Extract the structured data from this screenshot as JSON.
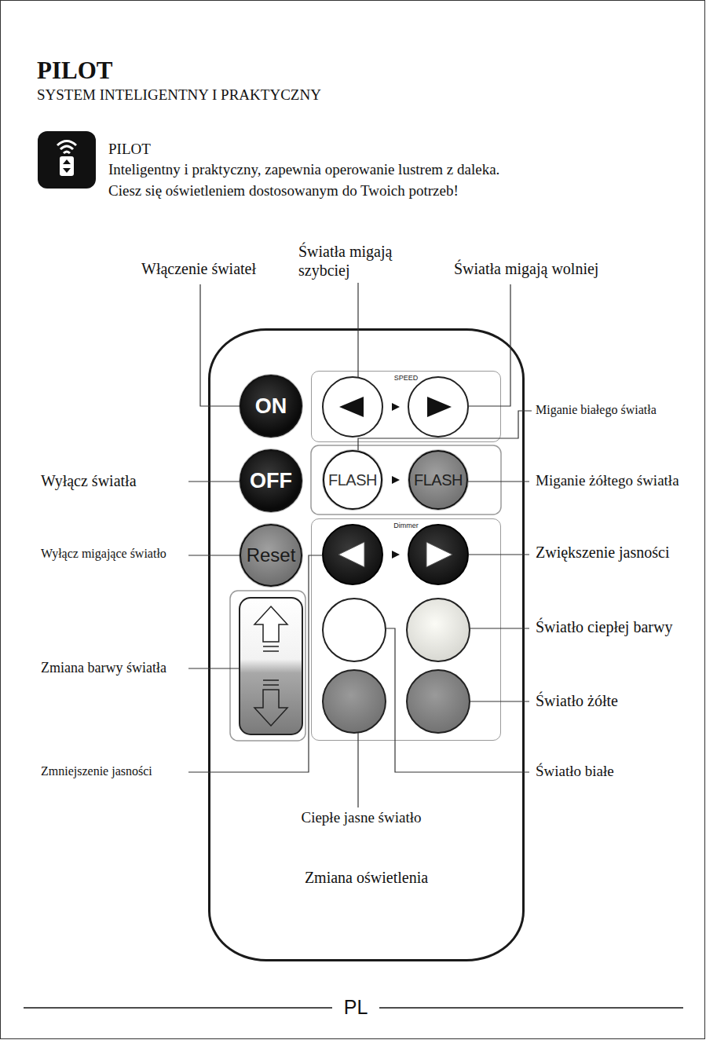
{
  "diagram": {
    "title": "PILOT",
    "nodes": [
      {
        "text": [
          "Zmiana oświetlenia"
        ]
      },
      {
        "text": [
          "ON"
        ],
        "in": 0
      },
      {
        "text": [
          "SPEED"
        ],
        "in": 0
      },
      {
        "text": [
          "OFF"
        ],
        "in": 0
      },
      {
        "text": [
          "FLASH"
        ],
        "in": 0
      },
      {
        "text": [
          "FLASH"
        ],
        "in": 0
      },
      {
        "text": [
          "Reset"
        ],
        "in": 0
      },
      {
        "text": [
          "Dimmer"
        ],
        "in": 0
      }
    ],
    "labels": [
      "SYSTEM INTELIGENTNY I PRAKTYCZNY",
      "PILOT",
      "Inteligentny i praktyczny, zapewnia operowanie lustrem z daleka.",
      "Ciesz się oświetleniem dostosowanym do Twoich potrzeb!",
      "Włączenie świateł",
      "Światła migają szybciej",
      "Światła migają wolniej",
      "Miganie białego światła",
      "Wyłącz światła",
      "Miganie żółtego światła",
      "Wyłącz migające światło",
      "Zwiększenie jasności",
      "Zmiana barwy światła",
      "Światło ciepłej barwy",
      "Światło żółte",
      "Zmniejszenie jasności",
      "Światło białe",
      "Ciepłe jasne światło",
      "PL"
    ]
  }
}
